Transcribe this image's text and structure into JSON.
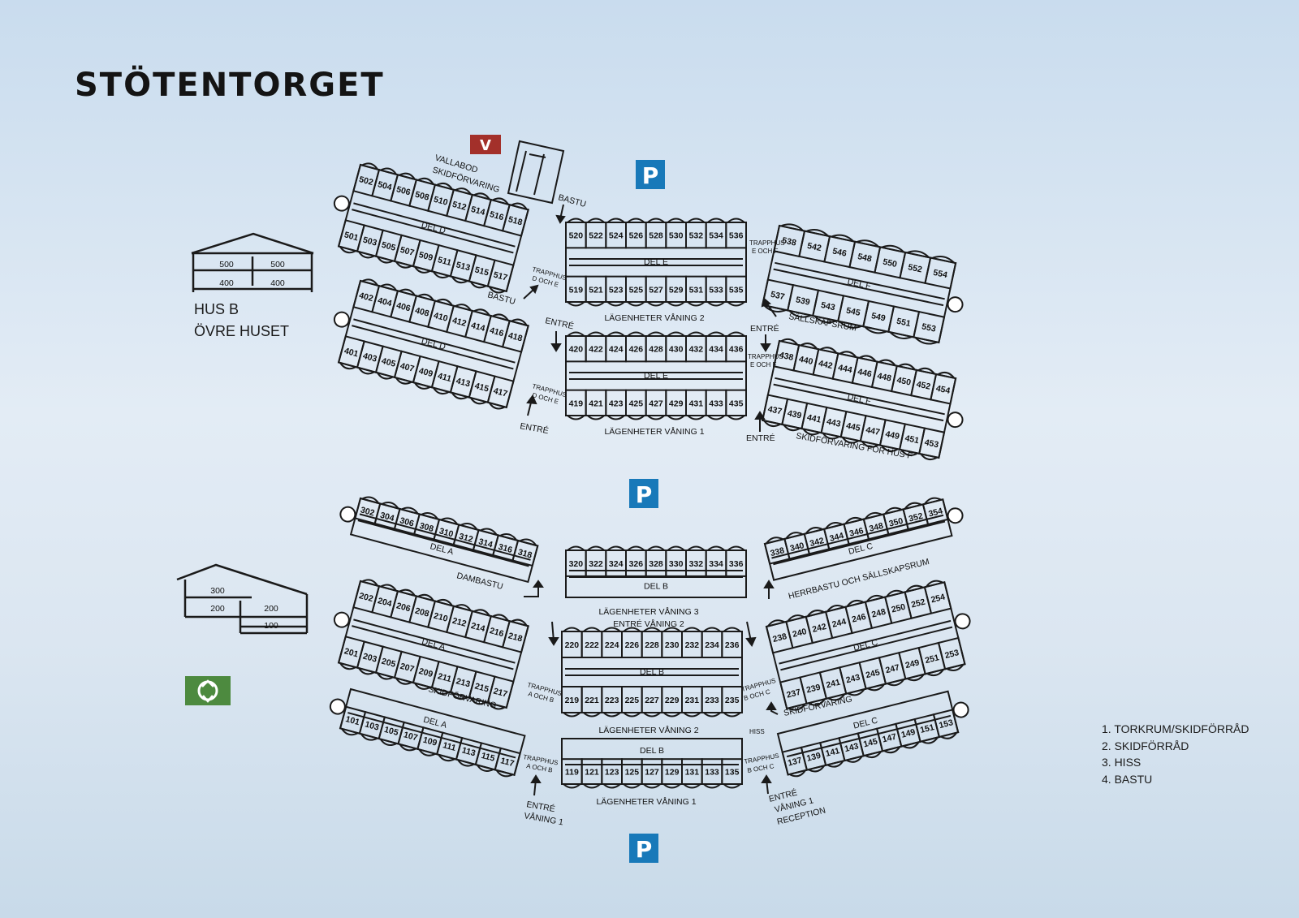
{
  "title": "STÖTENTORGET",
  "colors": {
    "parking": "#1879b9",
    "vallabod": "#a3302a",
    "recycle": "#4d8a3f",
    "line": "#1a1a1a"
  },
  "icons": {
    "parking": "P",
    "vallabod": "V",
    "recycle": "recycle-symbol"
  },
  "hus_b": {
    "name": "HUS B",
    "sub": "ÖVRE HUSET",
    "floors_upper": [
      "500",
      "500"
    ],
    "floors_lower": [
      "400",
      "400"
    ]
  },
  "hus_a": {
    "top": "300",
    "mid": [
      "200",
      "200"
    ],
    "bottom": "100"
  },
  "legend": [
    "1. TORKRUM/SKIDFÖRRÅD",
    "2. SKIDFÖRRÅD",
    "3. HISS",
    "4. BASTU"
  ],
  "units": {
    "f5": {
      "d_top": [
        "502",
        "504",
        "506",
        "508",
        "510",
        "512",
        "514",
        "516",
        "518"
      ],
      "d_bot": [
        "501",
        "503",
        "505",
        "507",
        "509",
        "511",
        "513",
        "515",
        "517"
      ],
      "e_top": [
        "520",
        "522",
        "524",
        "526",
        "528",
        "530",
        "532",
        "534",
        "536"
      ],
      "e_bot": [
        "519",
        "521",
        "523",
        "525",
        "527",
        "529",
        "531",
        "533",
        "535"
      ],
      "f_top": [
        "538",
        "542",
        "546",
        "548",
        "550",
        "552",
        "554"
      ],
      "f_bot": [
        "537",
        "539",
        "543",
        "545",
        "549",
        "551",
        "553"
      ]
    },
    "f4": {
      "d_top": [
        "402",
        "404",
        "406",
        "408",
        "410",
        "412",
        "414",
        "416",
        "418"
      ],
      "d_bot": [
        "401",
        "403",
        "405",
        "407",
        "409",
        "411",
        "413",
        "415",
        "417"
      ],
      "e_top": [
        "420",
        "422",
        "424",
        "426",
        "428",
        "430",
        "432",
        "434",
        "436"
      ],
      "e_bot": [
        "419",
        "421",
        "423",
        "425",
        "427",
        "429",
        "431",
        "433",
        "435"
      ],
      "f_top": [
        "438",
        "440",
        "442",
        "444",
        "446",
        "448",
        "450",
        "452",
        "454"
      ],
      "f_bot": [
        "437",
        "439",
        "441",
        "443",
        "445",
        "447",
        "449",
        "451",
        "453"
      ]
    },
    "f3": {
      "a_top": [
        "302",
        "304",
        "306",
        "308",
        "310",
        "312",
        "314",
        "316",
        "318"
      ],
      "b_top": [
        "320",
        "322",
        "324",
        "326",
        "328",
        "330",
        "332",
        "334",
        "336"
      ],
      "c_top": [
        "338",
        "340",
        "342",
        "344",
        "346",
        "348",
        "350",
        "352",
        "354"
      ]
    },
    "f2": {
      "a_top": [
        "202",
        "204",
        "206",
        "208",
        "210",
        "212",
        "214",
        "216",
        "218"
      ],
      "a_bot": [
        "201",
        "203",
        "205",
        "207",
        "209",
        "211",
        "213",
        "215",
        "217"
      ],
      "b_top": [
        "220",
        "222",
        "224",
        "226",
        "228",
        "230",
        "232",
        "234",
        "236"
      ],
      "b_bot": [
        "219",
        "221",
        "223",
        "225",
        "227",
        "229",
        "231",
        "233",
        "235"
      ],
      "c_top": [
        "238",
        "240",
        "242",
        "244",
        "246",
        "248",
        "250",
        "252",
        "254"
      ],
      "c_bot": [
        "237",
        "239",
        "241",
        "243",
        "245",
        "247",
        "249",
        "251",
        "253"
      ]
    },
    "f1": {
      "a_bot": [
        "101",
        "103",
        "105",
        "107",
        "109",
        "111",
        "113",
        "115",
        "117"
      ],
      "b_bot": [
        "119",
        "121",
        "123",
        "125",
        "127",
        "129",
        "131",
        "133",
        "135"
      ],
      "c_bot": [
        "137",
        "139",
        "141",
        "143",
        "145",
        "147",
        "149",
        "151",
        "153"
      ]
    }
  },
  "labels": {
    "vallabod": "VALLABOD",
    "skidforvaring": "SKIDFÖRVARING",
    "bastu": "BASTU",
    "del_a": "DEL A",
    "del_b": "DEL B",
    "del_c": "DEL C",
    "del_d": "DEL D",
    "del_e": "DEL E",
    "del_f": "DEL F",
    "trapphus": "TRAPPHUS",
    "d_och_e": "D OCH E",
    "e_och_f": "E OCH F",
    "a_och_b": "A OCH B",
    "b_och_c": "B OCH C",
    "lag_v1": "LÄGENHETER VÅNING 1",
    "lag_v2": "LÄGENHETER VÅNING 2",
    "lag_v3": "LÄGENHETER VÅNING 3",
    "entre": "ENTRÉ",
    "entre_v2": "ENTRÉ VÅNING 2",
    "vaning_1": "VÅNING 1",
    "reception": "RECEPTION",
    "sallskapsrum": "SÄLLSKAPSRUM",
    "skid_hus_f": "SKIDFÖRVARING FÖR HUS F",
    "dambastu": "DAMBASTU",
    "herrbastu": "HERRBASTU OCH SÄLLSKAPSRUM",
    "hiss": "HISS"
  }
}
